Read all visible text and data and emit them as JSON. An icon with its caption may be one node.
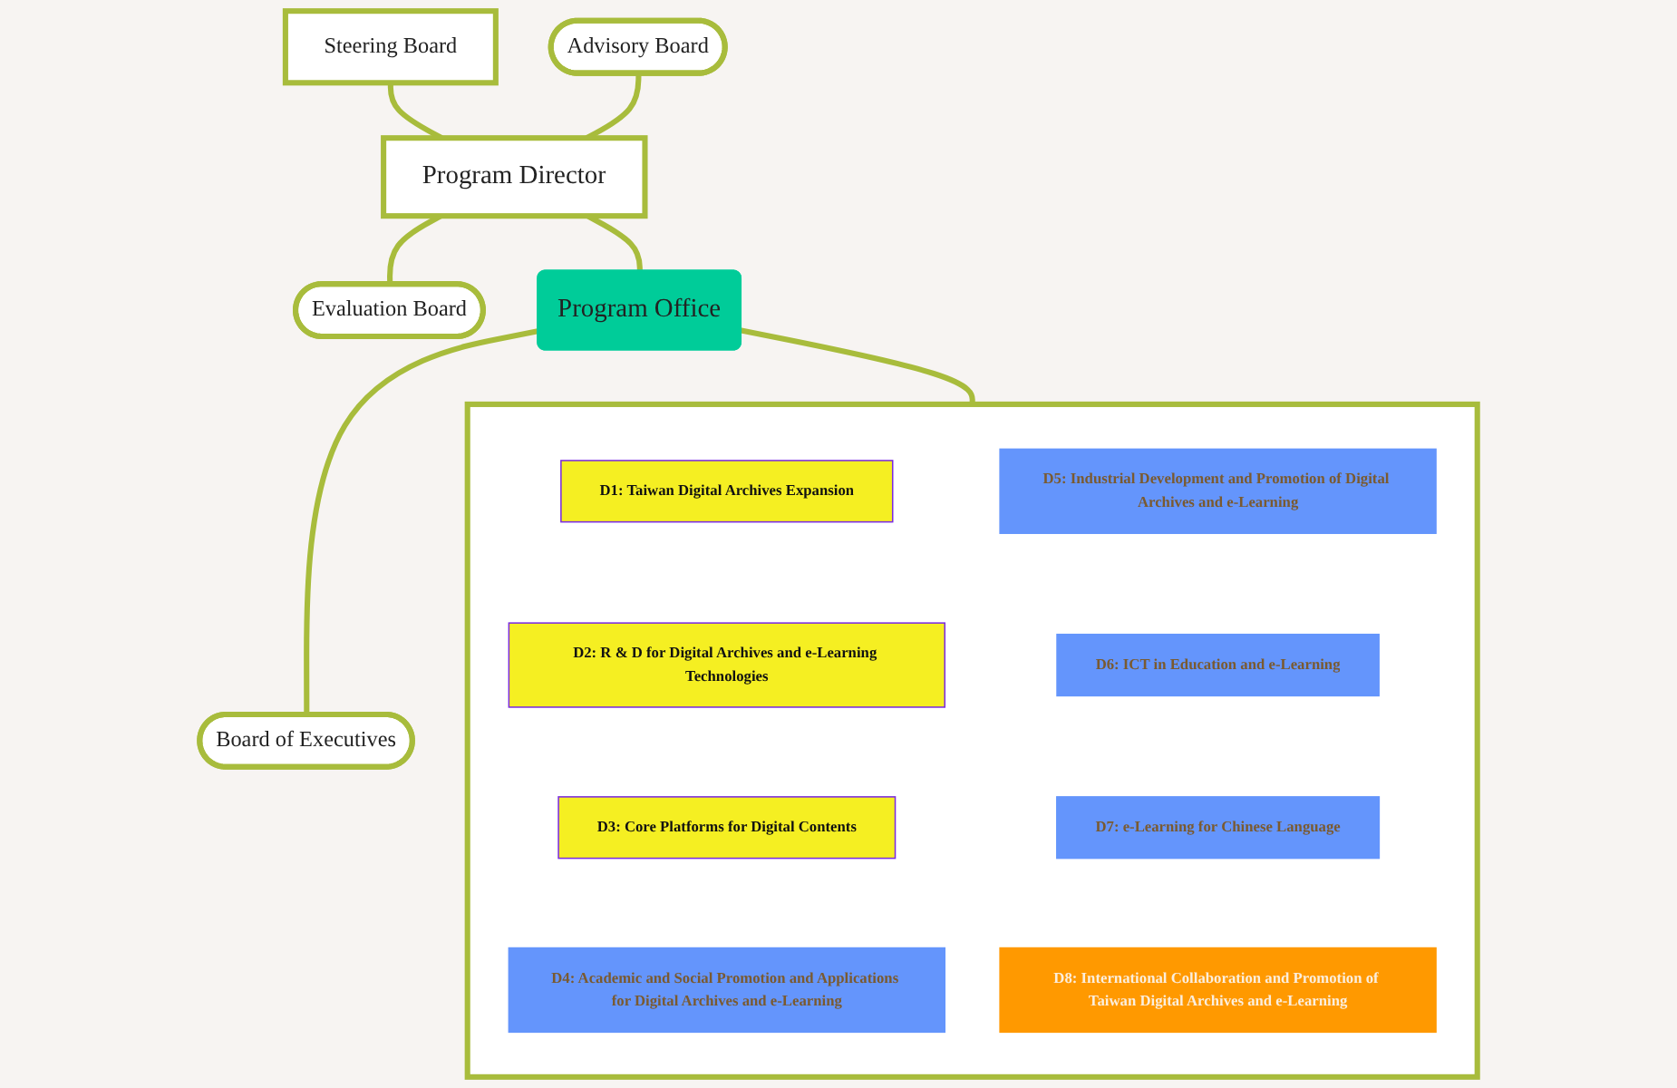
{
  "diagram": {
    "nodes": [
      {
        "text": [
          "Steering Board"
        ]
      },
      {
        "text": [
          "Advisory Board"
        ]
      },
      {
        "text": [
          "Program Director"
        ]
      },
      {
        "text": [
          "Evaluation Board"
        ]
      },
      {
        "text": [
          "Program Office"
        ]
      },
      {
        "text": [
          "Board of Executives"
        ]
      },
      {
        "text": [],
        "shape": "box"
      },
      {
        "text": [
          "D1: Taiwan Digital Archives Expansion"
        ],
        "in": 6
      },
      {
        "text": [
          "D2: R & D for Digital Archives and e-Learning Technologies"
        ],
        "in": 6
      },
      {
        "text": [
          "D3: Core Platforms for Digital Contents"
        ],
        "in": 6
      },
      {
        "text": [
          "D4: Academic and Social Promotion and Applications for Digital Archives and e-Learning"
        ],
        "in": 6
      },
      {
        "text": [
          "D5: Industrial Development and Promotion of Digital Archives and e-Learning"
        ],
        "in": 6
      },
      {
        "text": [
          "D6: ICT in Education and e-Learning"
        ],
        "in": 6
      },
      {
        "text": [
          "D7: e-Learning for Chinese Language"
        ],
        "in": 6
      },
      {
        "text": [
          "D8: International Collaboration and Promotion of Taiwan Digital Archives and e-Learning"
        ],
        "in": 6
      }
    ],
    "edges": [
      {
        "from": 0,
        "to": 2,
        "arrow": "none"
      },
      {
        "from": 1,
        "to": 2,
        "arrow": "none"
      },
      {
        "from": 2,
        "to": 3,
        "arrow": "none"
      },
      {
        "from": 2,
        "to": 4,
        "arrow": "none"
      },
      {
        "from": 4,
        "to": 5,
        "arrow": "none"
      },
      {
        "from": 4,
        "to": 6,
        "arrow": "none"
      }
    ]
  }
}
